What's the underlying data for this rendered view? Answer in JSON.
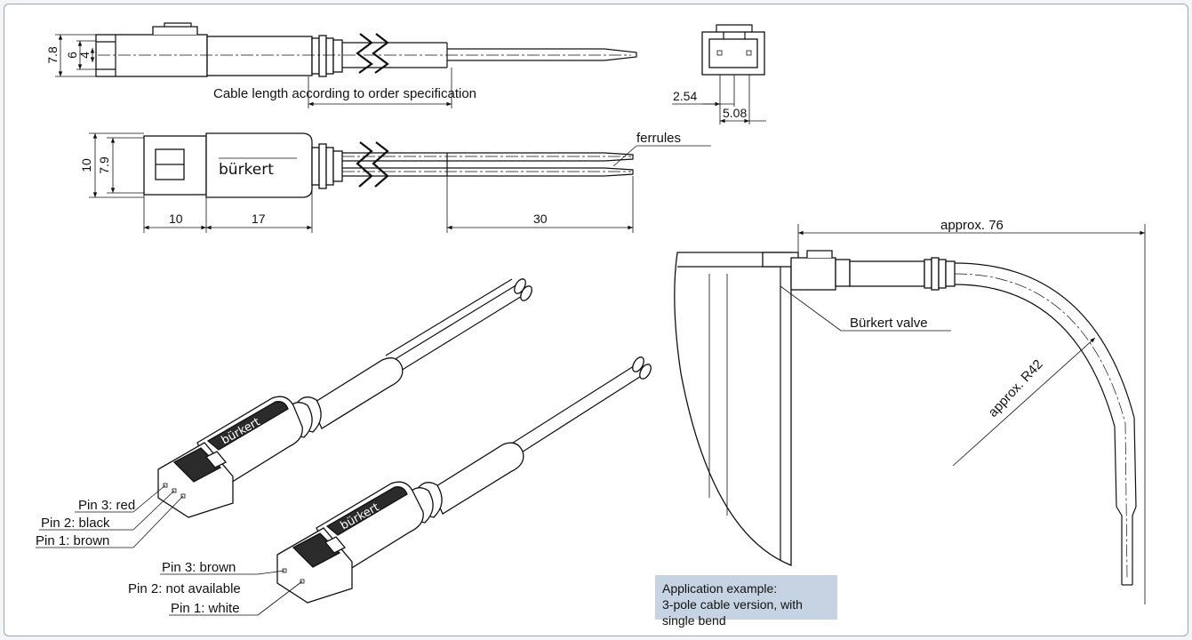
{
  "labels": {
    "cable_length": "Cable length according to order specification",
    "ferrules": "ferrules",
    "approx_76": "approx. 76",
    "burkert_valve": "Bürkert valve",
    "approx_r42": "approx. R42",
    "logo": "bürkert"
  },
  "dimensions": {
    "h_7_8": "7.8",
    "h_6": "6",
    "h_4": "4",
    "pitch_2_54": "2.54",
    "width_5_08": "5.08",
    "h_10": "10",
    "h_7_9": "7.9",
    "len_10": "10",
    "len_17": "17",
    "len_30": "30"
  },
  "pins_3pole": {
    "pin3": "Pin 3: red",
    "pin2": "Pin 2: black",
    "pin1": "Pin 1: brown"
  },
  "pins_2pole": {
    "pin3": "Pin 3: brown",
    "pin2": "Pin 2: not available",
    "pin1": "Pin 1: white"
  },
  "note": {
    "line1": "Application example:",
    "line2": "3-pole cable version, with single bend"
  }
}
